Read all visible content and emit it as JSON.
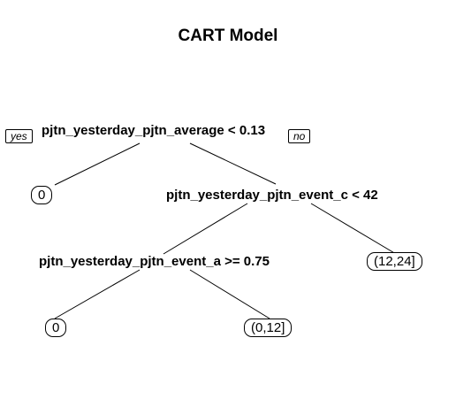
{
  "title": "CART Model",
  "tree": {
    "yes_label": "yes",
    "no_label": "no",
    "splits": [
      {
        "id": "root",
        "text": "pjtn_yesterday_pjtn_average < 0.13"
      },
      {
        "id": "s2",
        "text": "pjtn_yesterday_pjtn_event_c < 42"
      },
      {
        "id": "s3",
        "text": "pjtn_yesterday_pjtn_event_a >= 0.75"
      }
    ],
    "leaves": [
      {
        "id": "l1",
        "text": "0"
      },
      {
        "id": "l2",
        "text": "(12,24]"
      },
      {
        "id": "l3",
        "text": "0"
      },
      {
        "id": "l4",
        "text": "(0,12]"
      }
    ]
  }
}
